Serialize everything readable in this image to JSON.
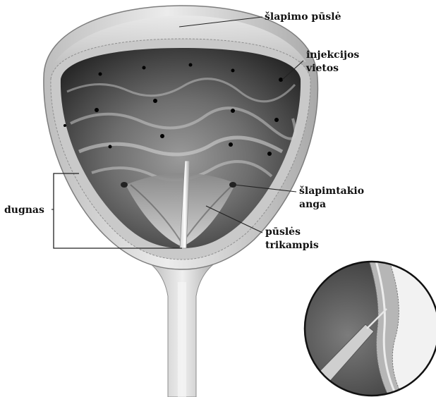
{
  "labels": {
    "bladder": "šlapimo pūslė",
    "injection_line1": "injekcijos",
    "injection_line2": "vietos",
    "fundus": "dugnas",
    "ureter_line1": "šlapimtakio",
    "ureter_line2": "anga",
    "trigone_line1": "pūslės",
    "trigone_line2": "trikampis"
  },
  "colors": {
    "text": "#111111",
    "leader": "#222222",
    "wall_outer": "#dcdcdc",
    "wall_inner": "#b8b8b8",
    "interior_dark": "#2a2a2a",
    "interior_light": "#d8d8d8",
    "injection_dot": "#000000"
  }
}
